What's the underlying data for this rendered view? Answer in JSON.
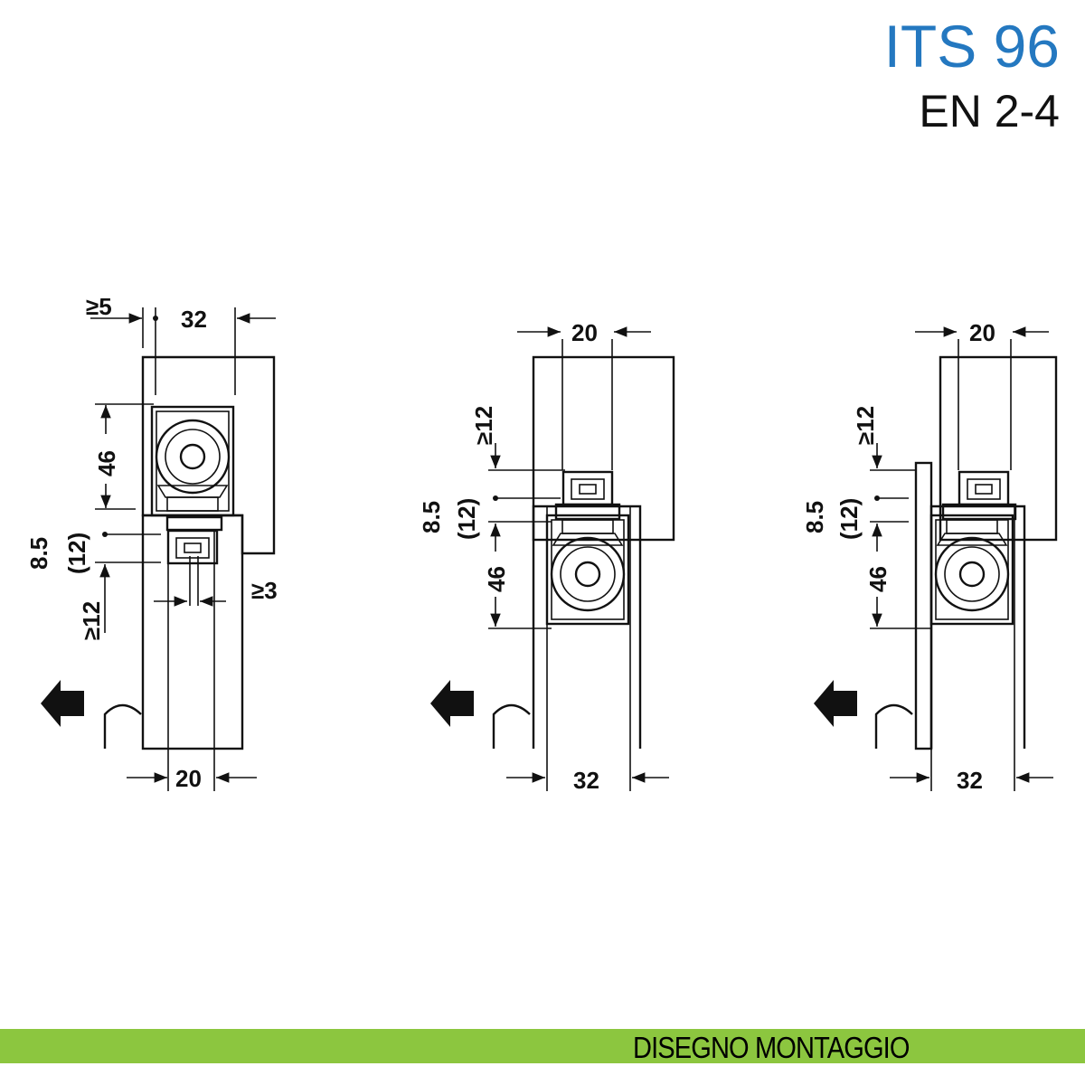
{
  "header": {
    "title": "ITS 96",
    "subtitle": "EN 2-4",
    "title_color": "#2478c0"
  },
  "footer": {
    "label": "DISEGNO MONTAGGIO",
    "color": "#8cc63f"
  },
  "diagrams": [
    {
      "top_offset": "≥5",
      "top_width": "32",
      "closer_height": "46",
      "gap": "8.5",
      "gap_alt": "(12)",
      "min_edge": "≥12",
      "min_side": "≥3",
      "bottom_width": "20"
    },
    {
      "top_width": "20",
      "min_edge": "≥12",
      "gap": "8.5",
      "gap_alt": "(12)",
      "closer_height": "46",
      "bottom_width": "32"
    },
    {
      "top_width": "20",
      "min_edge": "≥12",
      "gap": "8.5",
      "gap_alt": "(12)",
      "closer_height": "46",
      "bottom_width": "32"
    }
  ]
}
